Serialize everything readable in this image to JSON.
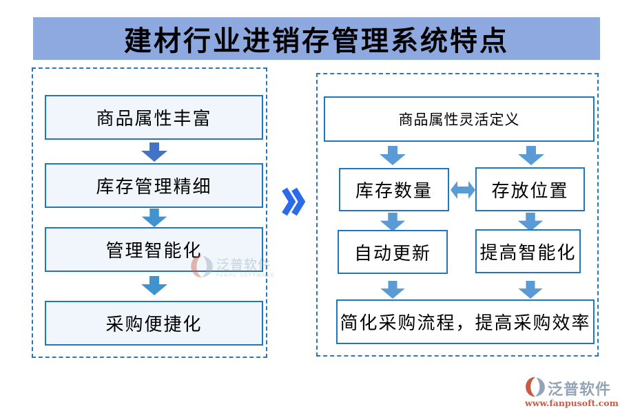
{
  "title": "建材行业进销存管理系统特点",
  "left_panel": {
    "steps": [
      "商品属性丰富",
      "库存管理精细",
      "管理智能化",
      "采购便捷化"
    ]
  },
  "right_panel": {
    "top": "商品属性灵活定义",
    "row1": [
      "库存数量",
      "存放位置"
    ],
    "row2": [
      "自动更新",
      "提高智能化"
    ],
    "bottom": "简化采购流程，提高采购效率"
  },
  "separator": {
    "symbol": "»"
  },
  "watermark_center": {
    "name": "泛普软件",
    "subtitle": "FANPU SOFTWARE"
  },
  "logo": {
    "name": "泛普软件",
    "url": "www.fanpusoft.com"
  },
  "icons": {
    "down_arrow": "down-block-arrow",
    "double_arrow": "left-right-block-arrow",
    "chevron": "double-chevron-right",
    "logo_mark": "fanpu-crescent-badge"
  },
  "colors": {
    "title_bg": "#8EA9DF",
    "panel_border": "#2E75B6",
    "box_border": "#1E76BC",
    "left_box_fill": "#F0F6FB",
    "right_box_fill": "#FFFFFF",
    "arrow_dark": "#4472C4",
    "arrow_mid": "#4193CF",
    "arrow_light": "#5B9BD5",
    "chevron_blue": "#2B6BEA",
    "logo_gray": "#93A3B8",
    "logo_red": "#C75B43"
  }
}
